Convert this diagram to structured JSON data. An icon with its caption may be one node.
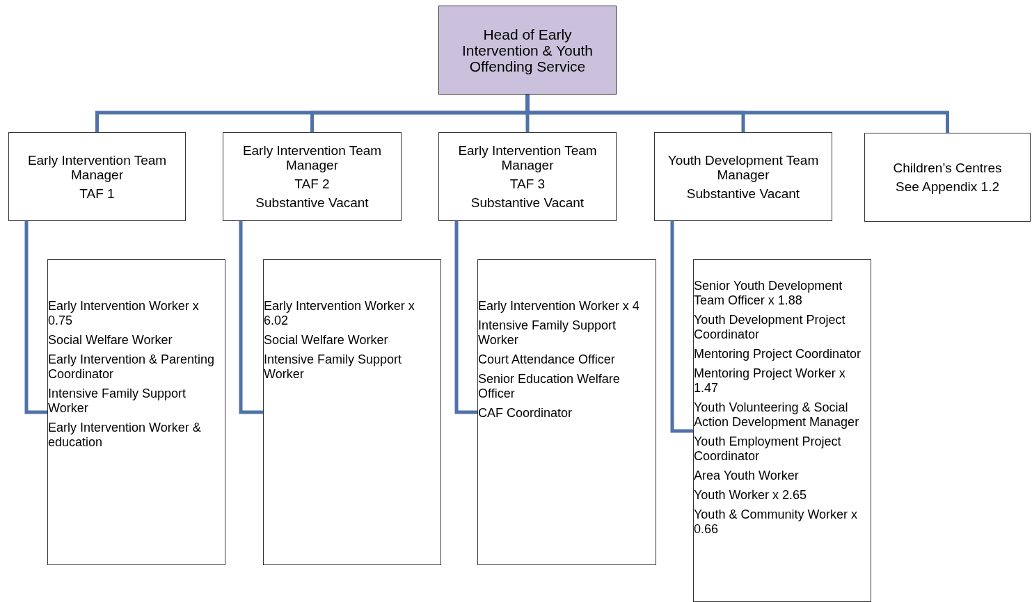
{
  "diagram": {
    "nodes": [
      {
        "text": [
          "Head of Early Intervention  & Youth Offending Service"
        ]
      },
      {
        "text": [
          "Early Intervention Team Manager",
          "TAF 1"
        ]
      },
      {
        "text": [
          "Early Intervention Team Manager",
          "TAF 2",
          "Substantive Vacant"
        ]
      },
      {
        "text": [
          "Early Intervention Team Manager",
          "TAF 3",
          "Substantive Vacant"
        ]
      },
      {
        "text": [
          "Youth Development Team Manager",
          "Substantive Vacant"
        ]
      },
      {
        "text": [
          "Children’s Centres",
          "See Appendix 1.2"
        ]
      },
      {
        "text": [
          "Early Intervention Worker x 0.75",
          "Social Welfare Worker",
          "Early Intervention & Parenting Coordinator",
          "Intensive Family Support Worker",
          "Early Intervention Worker & education"
        ]
      },
      {
        "text": [
          "Early Intervention Worker x 6.02",
          "Social Welfare Worker",
          "Intensive Family Support Worker"
        ]
      },
      {
        "text": [
          "Early Intervention Worker x 4",
          "Intensive Family Support Worker",
          "Court Attendance Officer",
          "Senior Education Welfare Officer",
          "CAF Coordinator"
        ]
      },
      {
        "text": [
          "Senior Youth Development Team Officer x 1.88",
          "Youth Development Project Coordinator",
          "Mentoring Project Coordinator",
          "Mentoring Project Worker x 1.47",
          "Youth Volunteering & Social Action Development Manager",
          "Youth Employment Project Coordinator",
          "Area Youth Worker",
          "Youth Worker x 2.65",
          "Youth & Community Worker x 0.66"
        ]
      }
    ],
    "edges": [
      {
        "from": 0,
        "to": 1,
        "arrow": "none"
      },
      {
        "from": 0,
        "to": 2,
        "arrow": "none"
      },
      {
        "from": 0,
        "to": 3,
        "arrow": "none"
      },
      {
        "from": 0,
        "to": 4,
        "arrow": "none"
      },
      {
        "from": 0,
        "to": 5,
        "arrow": "none"
      },
      {
        "from": 1,
        "to": 6,
        "arrow": "none"
      },
      {
        "from": 2,
        "to": 7,
        "arrow": "none"
      },
      {
        "from": 3,
        "to": 8,
        "arrow": "none"
      },
      {
        "from": 4,
        "to": 9,
        "arrow": "none"
      }
    ]
  }
}
